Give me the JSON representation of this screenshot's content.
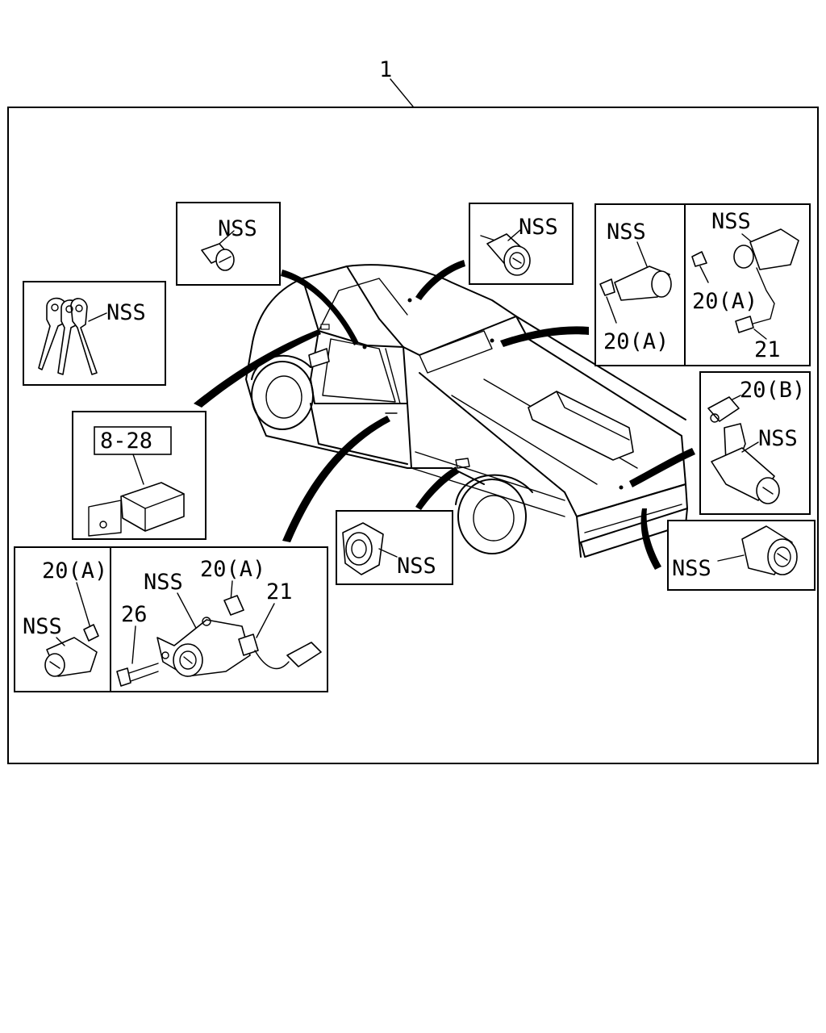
{
  "assembly_label": "1",
  "labels": {
    "keys": "NSS",
    "top_left_cylinder": "NSS",
    "top_center_cylinder": "NSS",
    "right_upper_a_nss": "NSS",
    "right_upper_a_clip": "20(A)",
    "right_upper_b_nss": "NSS",
    "right_upper_b_clip": "20(A)",
    "right_upper_b_harness": "21",
    "ref_module": "8-28",
    "right_mid_clip": "20(B)",
    "right_mid_nss": "NSS",
    "center_lower_nss": "NSS",
    "right_lower_nss": "NSS",
    "bottom_left_a_clip": "20(A)",
    "bottom_left_a_nss": "NSS",
    "bottom_left_b_nss": "NSS",
    "bottom_left_b_clip": "20(A)",
    "bottom_left_b_harness": "21",
    "bottom_left_b_bolt": "26"
  }
}
